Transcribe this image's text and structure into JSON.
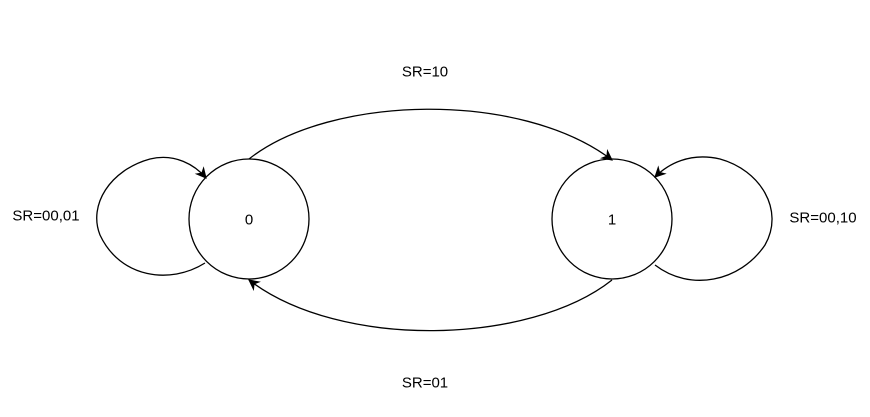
{
  "states": [
    {
      "id": "state-0",
      "label": "0"
    },
    {
      "id": "state-1",
      "label": "1"
    }
  ],
  "transitions": [
    {
      "from": "0",
      "to": "1",
      "label": "SR=10"
    },
    {
      "from": "1",
      "to": "0",
      "label": "SR=01"
    },
    {
      "from": "0",
      "to": "0",
      "label": "SR=00,01"
    },
    {
      "from": "1",
      "to": "1",
      "label": "SR=00,10"
    }
  ],
  "colors": {
    "stroke": "#000000",
    "background": "#ffffff"
  }
}
